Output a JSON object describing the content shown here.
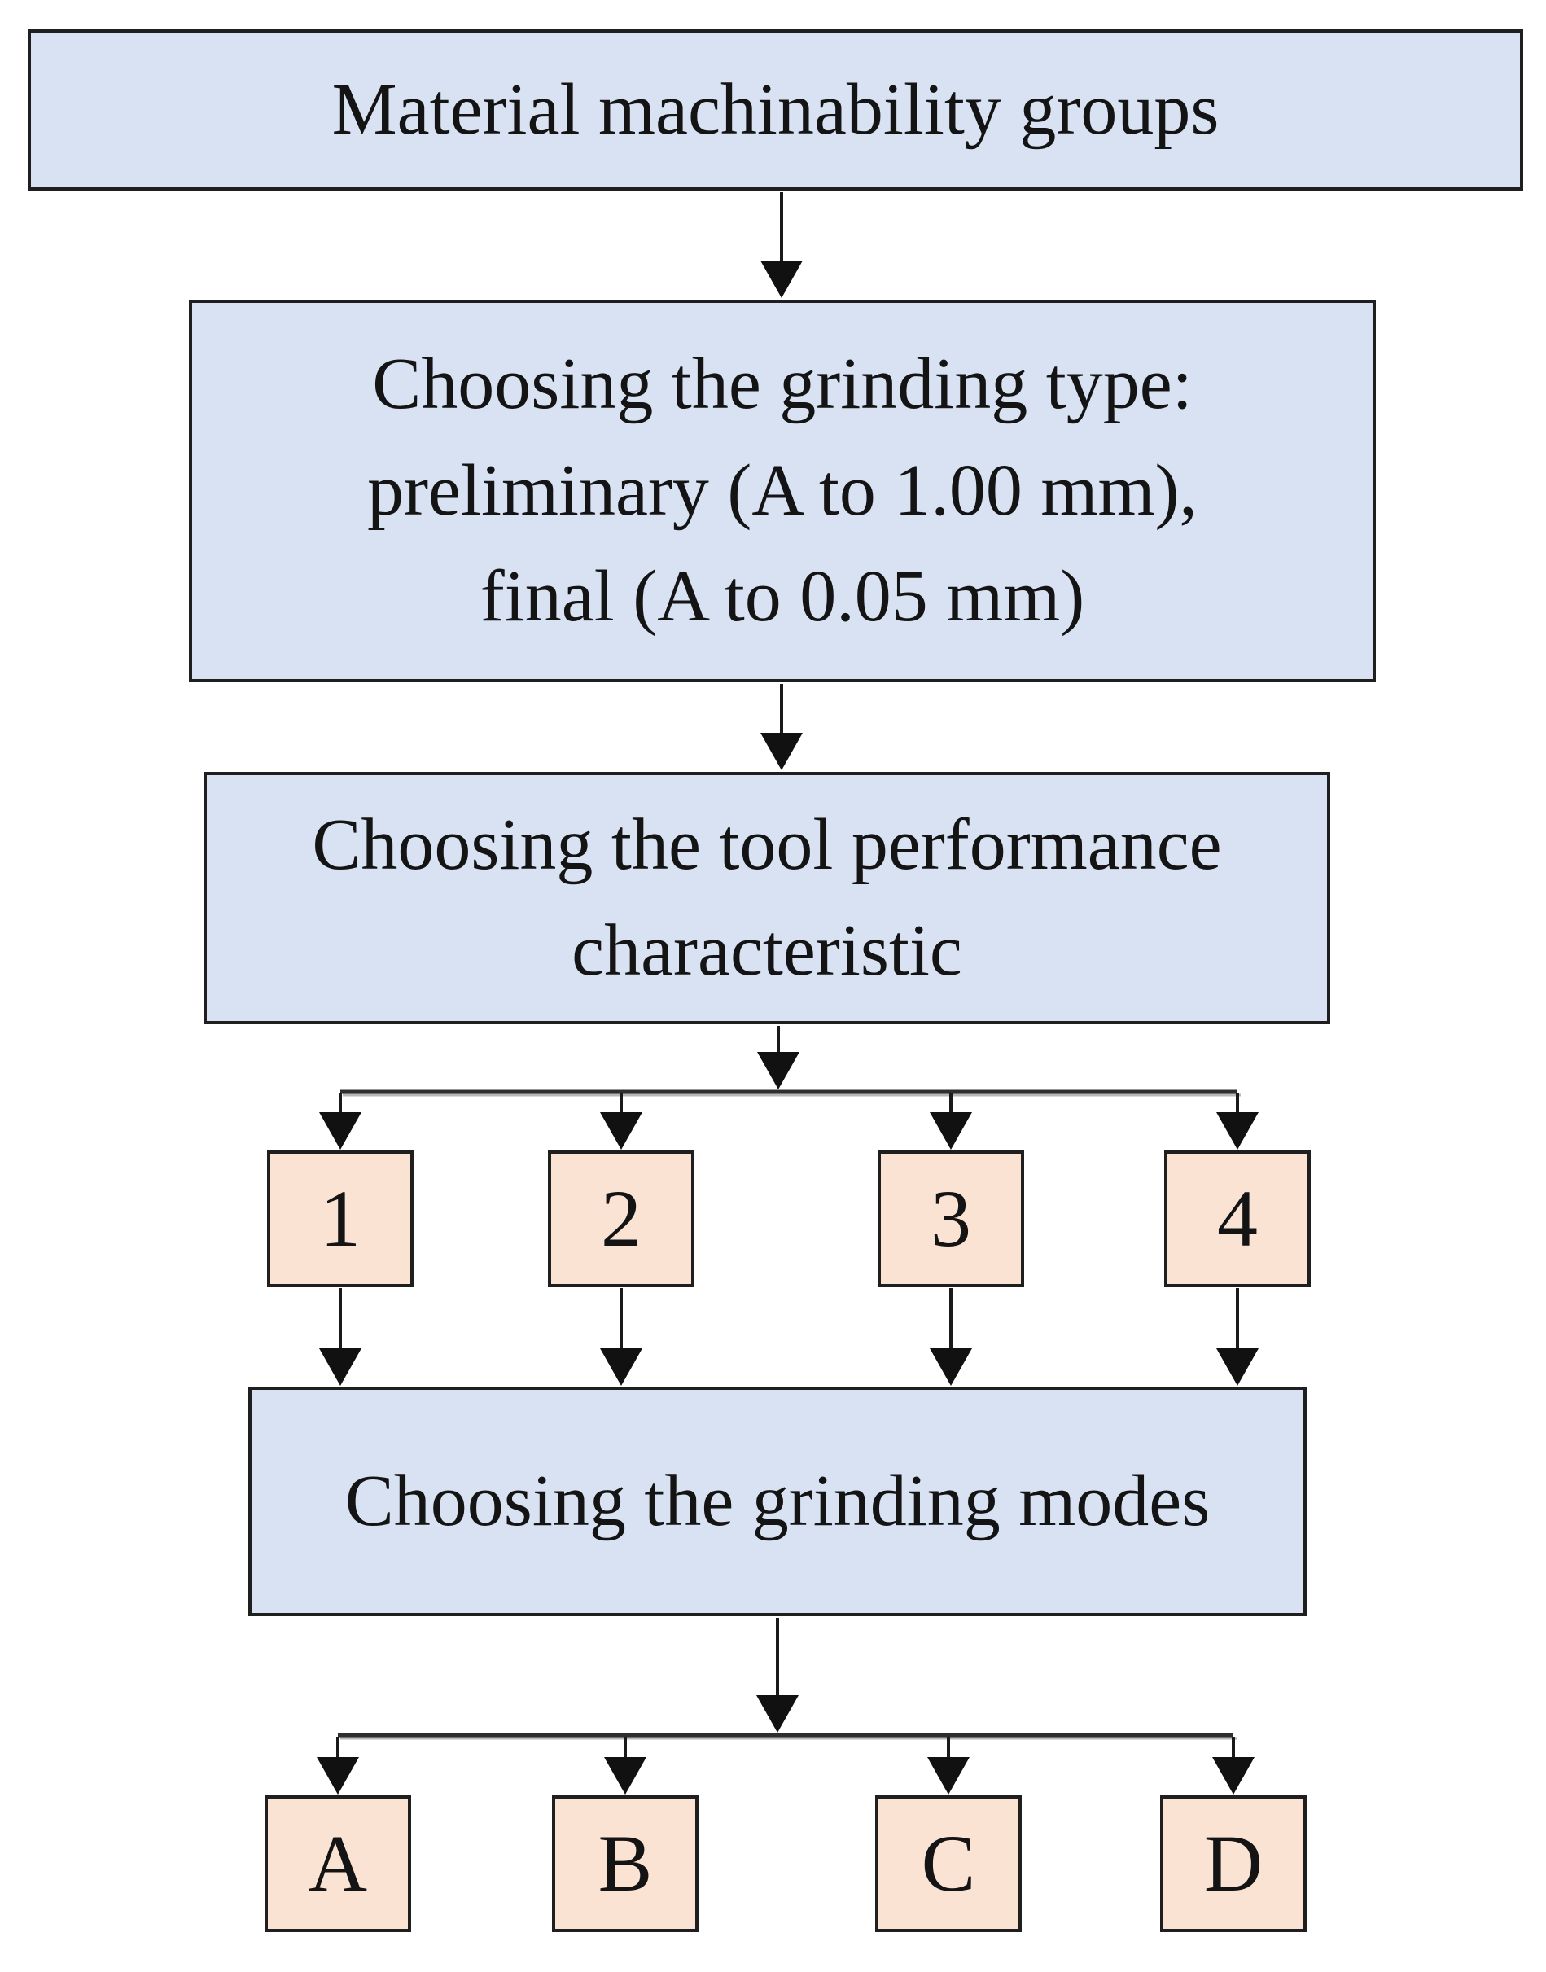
{
  "diagram": {
    "nodes": {
      "material_groups": "Material machinability groups",
      "grinding_type_lines": [
        "Choosing the grinding type:",
        "preliminary (A to 1.00 mm),",
        "final (A to 0.05 mm)"
      ],
      "tool_characteristic_lines": [
        "Choosing the tool performance",
        "characteristic"
      ],
      "grinding_modes": "Choosing the grinding modes",
      "characteristic_options": [
        "1",
        "2",
        "3",
        "4"
      ],
      "mode_options": [
        "A",
        "B",
        "C",
        "D"
      ]
    },
    "colors": {
      "process_fill": "#d9e2f3",
      "option_fill": "#fbe3d4",
      "border": "#1f1f1f",
      "connector": "#1a1a1a",
      "background": "#ffffff"
    }
  }
}
